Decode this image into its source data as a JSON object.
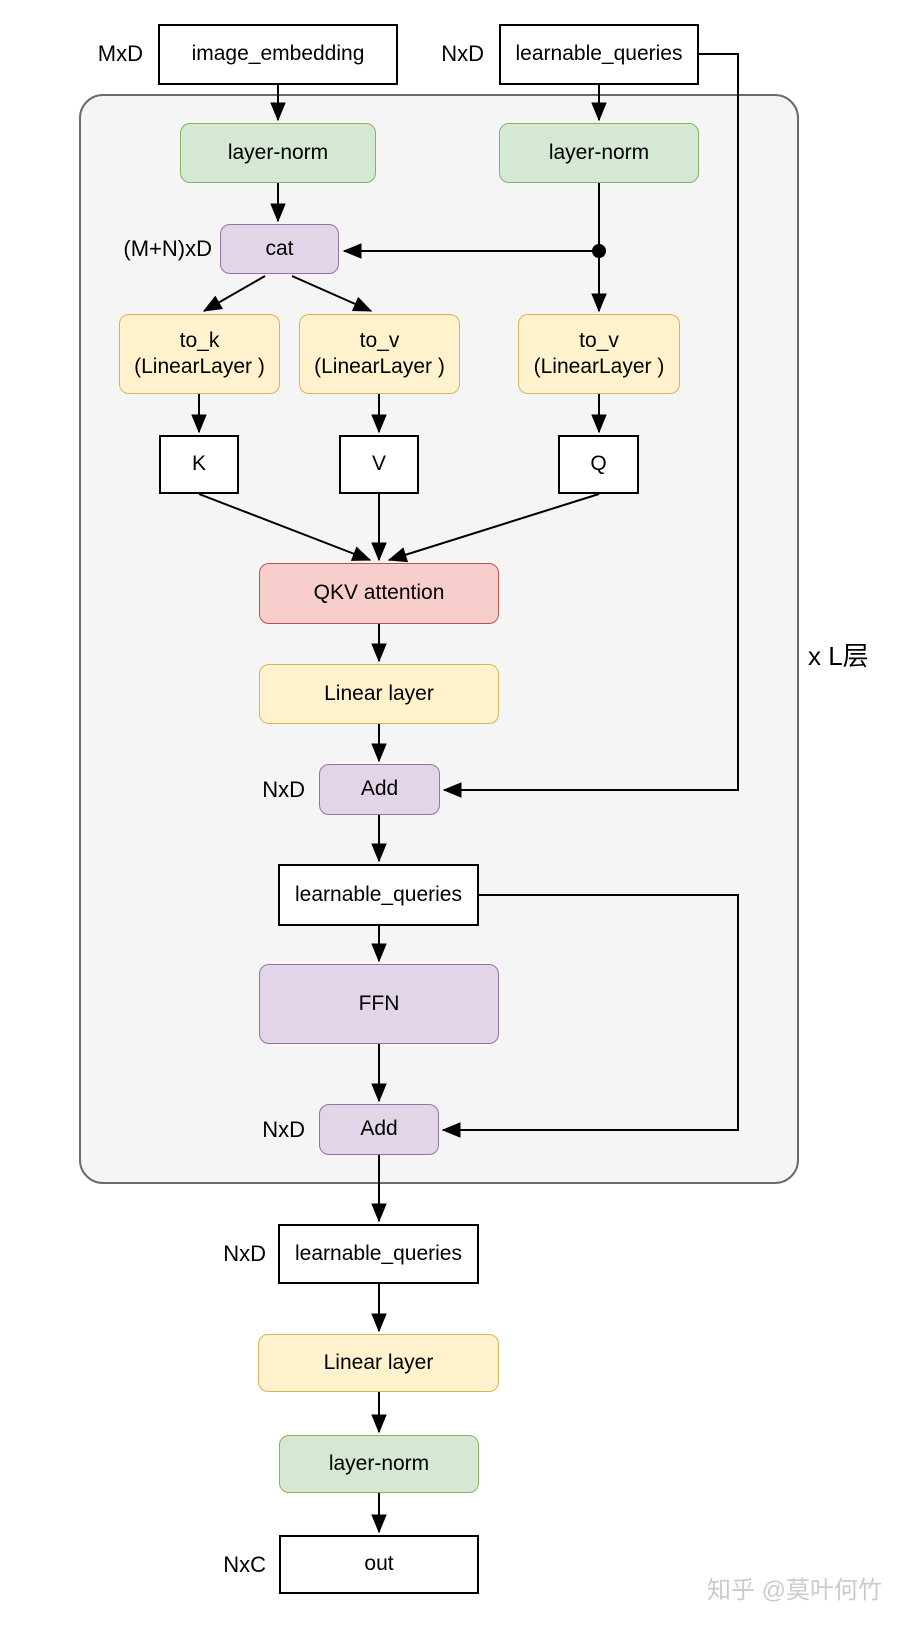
{
  "inputs": {
    "image_dim": "MxD",
    "image_embedding": "image_embedding",
    "queries_dim": "NxD",
    "learnable_queries": "learnable_queries"
  },
  "block": {
    "layer_norm_left": "layer-norm",
    "layer_norm_right": "layer-norm",
    "cat_dim": "(M+N)xD",
    "cat": "cat",
    "to_k": "to_k\n(LinearLayer )",
    "to_v_mid": "to_v\n(LinearLayer )",
    "to_v_q": "to_v\n(LinearLayer )",
    "k": "K",
    "v": "V",
    "q": "Q",
    "qkv_attention": "QKV attention",
    "linear_layer": "Linear layer",
    "add1_dim": "NxD",
    "add1": "Add",
    "learnable_queries": "learnable_queries",
    "ffn": "FFN",
    "add2_dim": "NxD",
    "add2": "Add",
    "repeat_label": "x L层"
  },
  "output_stage": {
    "queries_dim": "NxD",
    "learnable_queries": "learnable_queries",
    "linear_layer": "Linear layer",
    "layer_norm": "layer-norm",
    "out_dim": "NxC",
    "out": "out"
  },
  "watermark": "知乎 @莫叶何竹",
  "colors": {
    "green_fill": "#d5e8d4",
    "green_border": "#82b366",
    "purple_fill": "#e1d5e7",
    "purple_border": "#9673a6",
    "yellow_fill": "#fff2cc",
    "yellow_border": "#d6b656",
    "red_fill": "#f8cecc",
    "red_border": "#b85450",
    "container_fill": "#f5f5f5",
    "container_border": "#6b6b6b",
    "line_color": "#000000",
    "watermark_color": "#cbcbcb"
  }
}
